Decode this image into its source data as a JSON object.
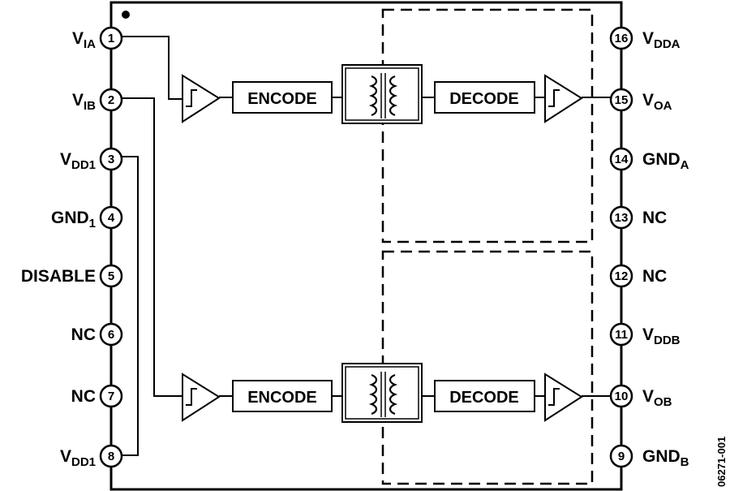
{
  "diagram": {
    "figure_code": "06271-001",
    "left_pins": [
      {
        "num": "1",
        "name": "V",
        "sub": "IA"
      },
      {
        "num": "2",
        "name": "V",
        "sub": "IB"
      },
      {
        "num": "3",
        "name": "V",
        "sub": "DD1"
      },
      {
        "num": "4",
        "name": "GND",
        "sub": "1"
      },
      {
        "num": "5",
        "name": "DISABLE",
        "sub": ""
      },
      {
        "num": "6",
        "name": "NC",
        "sub": ""
      },
      {
        "num": "7",
        "name": "NC",
        "sub": ""
      },
      {
        "num": "8",
        "name": "V",
        "sub": "DD1"
      }
    ],
    "right_pins": [
      {
        "num": "16",
        "name": "V",
        "sub": "DDA"
      },
      {
        "num": "15",
        "name": "V",
        "sub": "OA"
      },
      {
        "num": "14",
        "name": "GND",
        "sub": "A"
      },
      {
        "num": "13",
        "name": "NC",
        "sub": ""
      },
      {
        "num": "12",
        "name": "NC",
        "sub": ""
      },
      {
        "num": "11",
        "name": "V",
        "sub": "DDB"
      },
      {
        "num": "10",
        "name": "V",
        "sub": "OB"
      },
      {
        "num": "9",
        "name": "GND",
        "sub": "B"
      }
    ],
    "channel_a": {
      "encode": "ENCODE",
      "decode": "DECODE"
    },
    "channel_b": {
      "encode": "ENCODE",
      "decode": "DECODE"
    }
  }
}
